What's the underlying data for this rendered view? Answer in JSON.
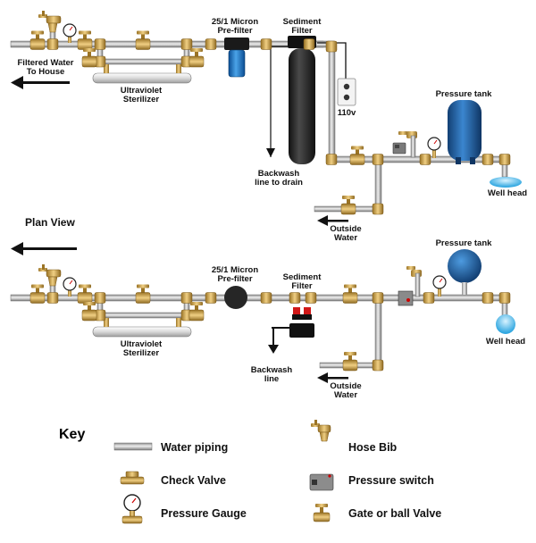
{
  "colors": {
    "pipe": "#b7b7b7",
    "pipe_edge": "#6b6b6b",
    "brass": "#c9a24a",
    "brass_dark": "#8a6420",
    "tank_blue": "#1f5f9e",
    "filter_black": "#2a2a2a",
    "water_blue": "#5fc3f0"
  },
  "top": {
    "filtered_water": "Filtered Water\nTo House",
    "uv": "Ultraviolet\nSterilizer",
    "prefilter": "25/1 Micron\nPre-filter",
    "sediment": "Sediment\nFilter",
    "outlet": "110v",
    "backwash": "Backwash\nline to drain",
    "pressure_tank": "Pressure tank",
    "well_head": "Well head",
    "outside_water": "Outside\nWater"
  },
  "plan": {
    "title": "Plan View",
    "uv": "Ultraviolet\nSterilizer",
    "prefilter": "25/1 Micron\nPre-filter",
    "sediment": "Sediment\nFilter",
    "backwash": "Backwash\nline",
    "pressure_tank": "Pressure tank",
    "well_head": "Well head",
    "outside_water": "Outside\nWater"
  },
  "key": {
    "title": "Key",
    "items": [
      {
        "icon": "pipe-icon",
        "label": "Water piping"
      },
      {
        "icon": "check-valve-icon",
        "label": "Check Valve"
      },
      {
        "icon": "pressure-gauge-icon",
        "label": "Pressure Gauge"
      },
      {
        "icon": "hose-bib-icon",
        "label": "Hose Bib"
      },
      {
        "icon": "pressure-switch-icon",
        "label": "Pressure switch"
      },
      {
        "icon": "gate-valve-icon",
        "label": "Gate or ball Valve"
      }
    ]
  }
}
